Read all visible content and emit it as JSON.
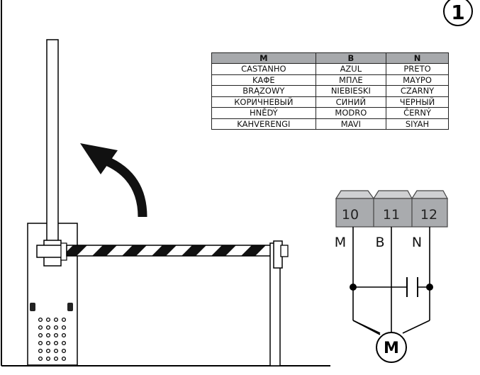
{
  "figure": {
    "number": "1"
  },
  "color_table": {
    "headers": [
      "M",
      "B",
      "N"
    ],
    "rows": [
      [
        "CASTANHO",
        "AZUL",
        "PRETO"
      ],
      [
        "ΚΑΦΕ",
        "ΜΠΛΕ",
        "ΜΑΥΡΟ"
      ],
      [
        "BRĄZOWY",
        "NIEBIESKI",
        "CZARNY"
      ],
      [
        "КОРИЧНЕВЫЙ",
        "СИНИЙ",
        "ЧЕРНЫЙ"
      ],
      [
        "HNĚDÝ",
        "MODRO",
        "ČERNÝ"
      ],
      [
        "KAHVERENGI",
        "MAVI",
        "SIYAH"
      ]
    ]
  },
  "terminal_block": {
    "terminals": [
      "10",
      "11",
      "12"
    ],
    "wires": [
      "M",
      "B",
      "N"
    ]
  },
  "motor": {
    "label": "M"
  }
}
